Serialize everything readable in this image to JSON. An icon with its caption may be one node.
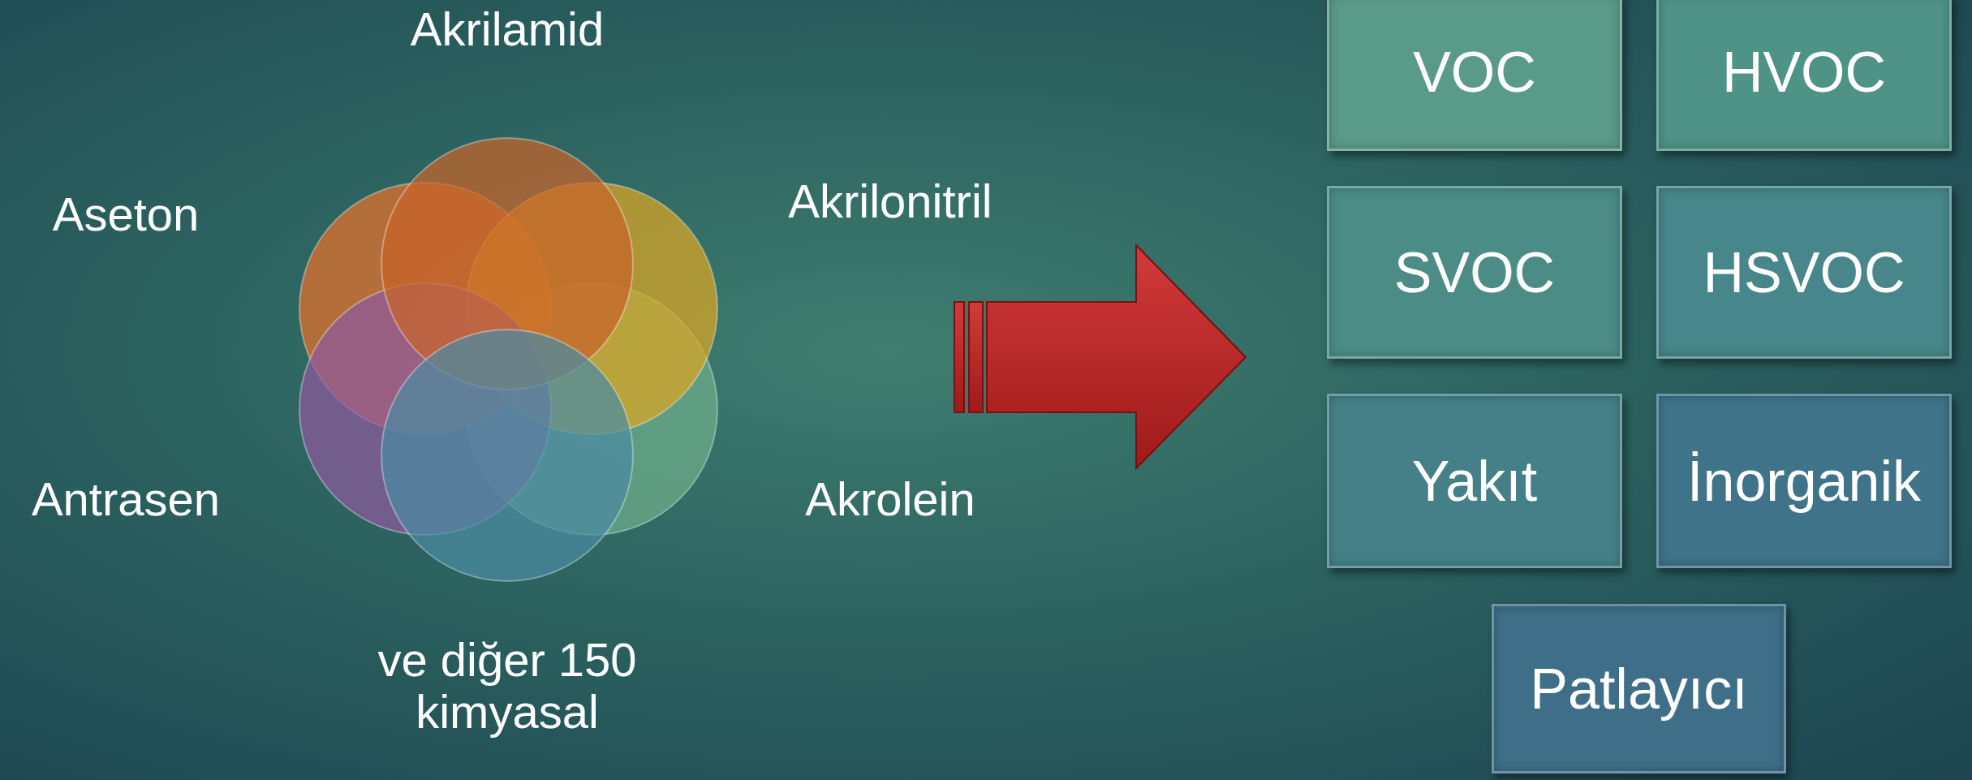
{
  "diagram": {
    "nodes": [
      {
        "text": [],
        "shape": "circle",
        "beside": [
          "Akrilamid"
        ]
      },
      {
        "text": [],
        "shape": "circle",
        "beside": [
          "Akrilonitril"
        ]
      },
      {
        "text": [],
        "shape": "circle",
        "beside": [
          "Akrolein"
        ]
      },
      {
        "text": [],
        "shape": "circle",
        "beside": [
          "ve diğer 150 kimyasal"
        ]
      },
      {
        "text": [],
        "shape": "circle",
        "beside": [
          "Antrasen"
        ]
      },
      {
        "text": [],
        "shape": "circle",
        "beside": [
          "Aseton"
        ]
      },
      {
        "text": [
          "VOC"
        ]
      },
      {
        "text": [
          "HVOC"
        ]
      },
      {
        "text": [
          "SVOC"
        ]
      },
      {
        "text": [
          "HSVOC"
        ]
      },
      {
        "text": [
          "Yakıt"
        ]
      },
      {
        "text": [
          "İnorganik"
        ]
      },
      {
        "text": [
          "Patlayıcı"
        ]
      }
    ],
    "edges": []
  }
}
